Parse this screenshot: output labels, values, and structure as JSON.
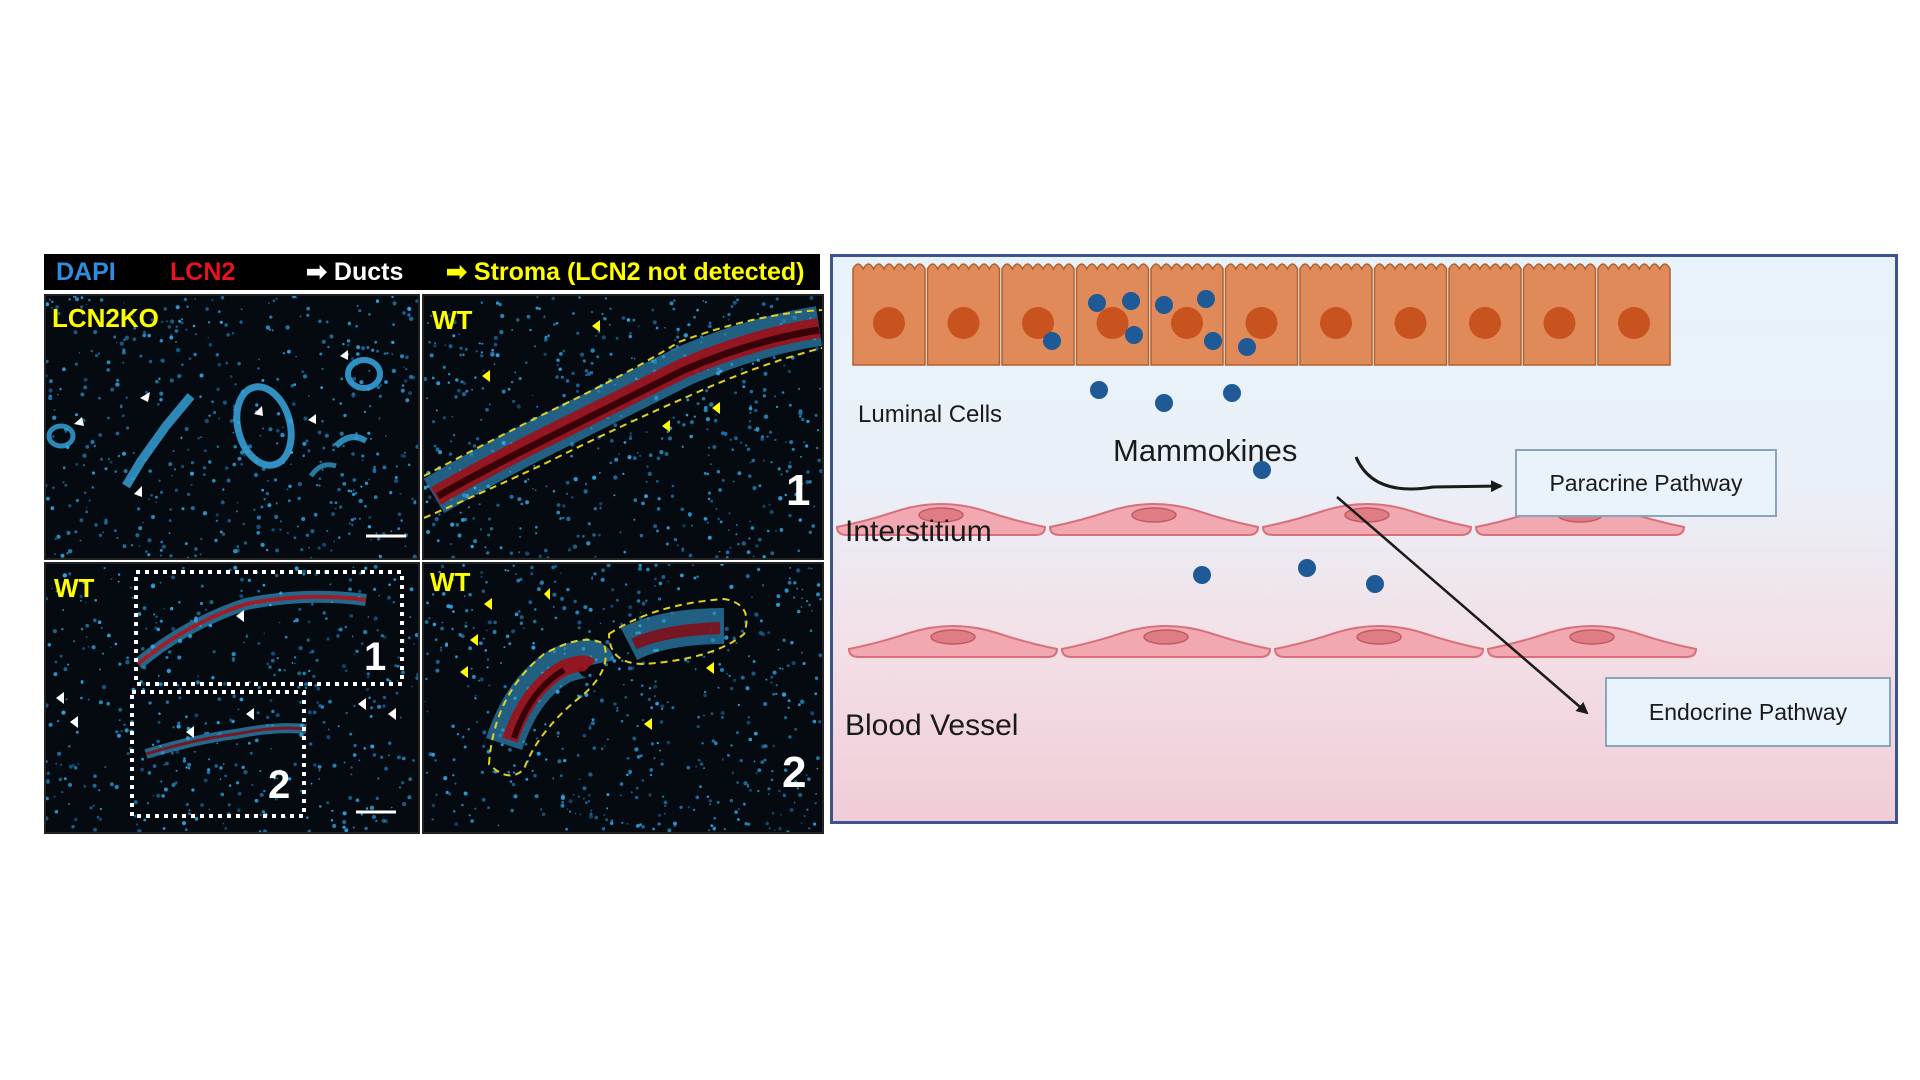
{
  "legend": {
    "dapi": "DAPI",
    "lcn2": "LCN2",
    "ducts": "➡ Ducts",
    "stroma": "➡ Stroma (LCN2 not detected)",
    "colors": {
      "dapi": "#2f8de0",
      "lcn2": "#e8141c",
      "ducts": "#ffffff",
      "stroma": "#ffff00"
    }
  },
  "panels": {
    "top_left": {
      "label": "LCN2KO"
    },
    "top_right": {
      "label": "WT",
      "number": "1"
    },
    "bottom_left": {
      "label": "WT",
      "box1": "1",
      "box2": "2"
    },
    "bottom_right": {
      "label": "WT",
      "number": "2"
    }
  },
  "diagram": {
    "luminal_cells": "Luminal Cells",
    "mammokines": "Mammokines",
    "interstitium": "Interstitium",
    "blood_vessel": "Blood Vessel",
    "paracrine": "Paracrine Pathway",
    "endocrine": "Endocrine Pathway",
    "colors": {
      "cell": "#e08a5a",
      "nucleus": "#c8531e",
      "endothelium": "#f2a8b0",
      "mammokine": "#1f5a96",
      "border": "#3c548e"
    }
  }
}
